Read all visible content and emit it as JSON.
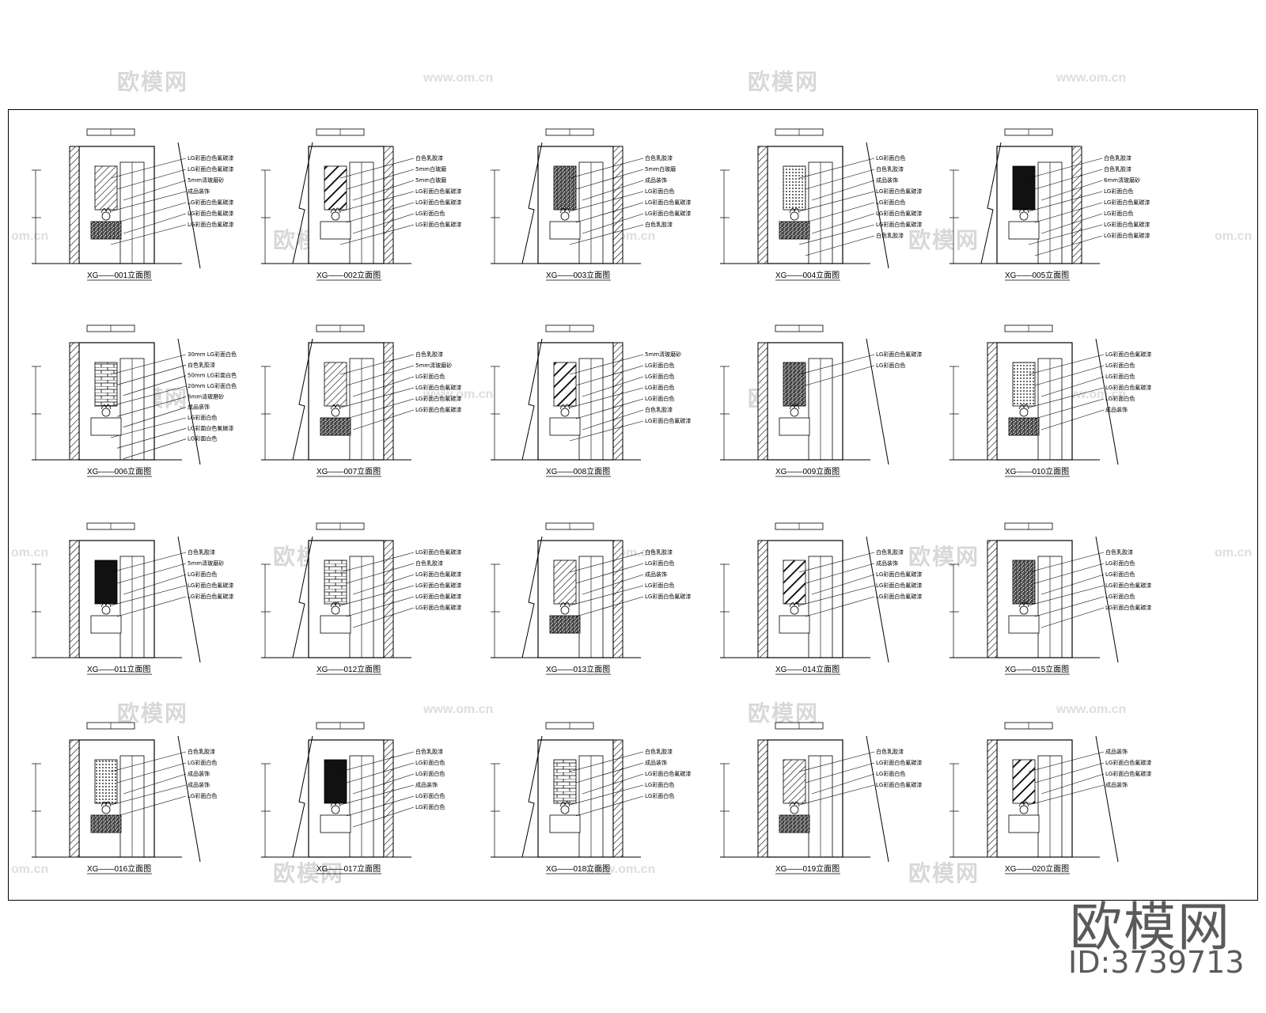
{
  "watermarks": {
    "brand_cn": "欧模网",
    "url": "www.om.cn",
    "url_partial": "om.cn"
  },
  "brand": {
    "name": "欧模网",
    "id": "ID:3739713"
  },
  "elevations": [
    {
      "caption": "XG——001立面图",
      "notes": [
        "LG彩面白色氟碳漆",
        "LG彩面白色氟碳漆",
        "5mm清玻磨砂",
        "成品装饰",
        "LG彩面白色氟碳漆",
        "LG彩面白色氟碳漆",
        "LG彩面白色氟碳漆"
      ]
    },
    {
      "caption": "XG——002立面图",
      "notes": [
        "白色乳胶漆",
        "5mm白玻磨",
        "5mm白玻磨",
        "LG彩面白色氟碳漆",
        "LG彩面白色氟碳漆",
        "LG彩面白色",
        "LG彩面白色氟碳漆"
      ]
    },
    {
      "caption": "XG——003立面图",
      "notes": [
        "白色乳胶漆",
        "5mm白玻磨",
        "成品装饰",
        "LG彩面白色",
        "LG彩面白色氟碳漆",
        "LG彩面白色氟碳漆",
        "白色乳胶漆"
      ]
    },
    {
      "caption": "XG——004立面图",
      "notes": [
        "LG彩面白色",
        "白色乳胶漆",
        "成品装饰",
        "LG彩面白色氟碳漆",
        "LG彩面白色",
        "LG彩面白色氟碳漆",
        "LG彩面白色氟碳漆",
        "白色乳胶漆"
      ]
    },
    {
      "caption": "XG——005立面图",
      "notes": [
        "白色乳胶漆",
        "白色乳胶漆",
        "6mm清玻磨砂",
        "LG彩面白色",
        "LG彩面白色氟碳漆",
        "LG彩面白色",
        "LG彩面白色氟碳漆",
        "LG彩面白色氟碳漆"
      ]
    },
    {
      "caption": "XG——006立面图",
      "notes": [
        "30mm LG彩面白色",
        "白色乳胶漆",
        "50mm LG彩面白色",
        "20mm LG彩面白色",
        "6mm清玻磨砂",
        "成品装饰",
        "LG彩面白色",
        "LG彩面白色氟碳漆",
        "LG彩面白色"
      ]
    },
    {
      "caption": "XG——007立面图",
      "notes": [
        "白色乳胶漆",
        "5mm清玻磨砂",
        "LG彩面白色",
        "LG彩面白色氟碳漆",
        "LG彩面白色氟碳漆",
        "LG彩面白色氟碳漆"
      ]
    },
    {
      "caption": "XG——008立面图",
      "notes": [
        "5mm清玻磨砂",
        "LG彩面白色",
        "LG彩面白色",
        "LG彩面白色",
        "LG彩面白色",
        "白色乳胶漆",
        "LG彩面白色氟碳漆"
      ]
    },
    {
      "caption": "XG——009立面图",
      "notes": [
        "LG彩面白色氟碳漆",
        "LG彩面白色"
      ]
    },
    {
      "caption": "XG——010立面图",
      "notes": [
        "LG彩面白色氟碳漆",
        "LG彩面白色",
        "LG彩面白色",
        "LG彩面白色氟碳漆",
        "LG彩面白色",
        "成品装饰"
      ]
    },
    {
      "caption": "XG——011立面图",
      "notes": [
        "白色乳胶漆",
        "5mm清玻磨砂",
        "LG彩面白色",
        "LG彩面白色氟碳漆",
        "LG彩面白色氟碳漆"
      ]
    },
    {
      "caption": "XG——012立面图",
      "notes": [
        "LG彩面白色氟碳漆",
        "白色乳胶漆",
        "LG彩面白色氟碳漆",
        "LG彩面白色氟碳漆",
        "LG彩面白色氟碳漆",
        "LG彩面白色氟碳漆"
      ]
    },
    {
      "caption": "XG——013立面图",
      "notes": [
        "白色乳胶漆",
        "LG彩面白色",
        "成品装饰",
        "LG彩面白色",
        "LG彩面白色氟碳漆"
      ]
    },
    {
      "caption": "XG——014立面图",
      "notes": [
        "白色乳胶漆",
        "成品装饰",
        "LG彩面白色氟碳漆",
        "LG彩面白色氟碳漆",
        "LG彩面白色氟碳漆"
      ]
    },
    {
      "caption": "XG——015立面图",
      "notes": [
        "白色乳胶漆",
        "LG彩面白色",
        "LG彩面白色",
        "LG彩面白色氟碳漆",
        "LG彩面白色",
        "LG彩面白色氟碳漆"
      ]
    },
    {
      "caption": "XG——016立面图",
      "notes": [
        "白色乳胶漆",
        "LG彩面白色",
        "成品装饰",
        "成品装饰",
        "LG彩面白色"
      ]
    },
    {
      "caption": "XG——017立面图",
      "notes": [
        "白色乳胶漆",
        "LG彩面白色",
        "LG彩面白色",
        "成品装饰",
        "LG彩面白色",
        "LG彩面白色"
      ]
    },
    {
      "caption": "XG——018立面图",
      "notes": [
        "白色乳胶漆",
        "成品装饰",
        "LG彩面白色氟碳漆",
        "LG彩面白色",
        "LG彩面白色"
      ]
    },
    {
      "caption": "XG——019立面图",
      "notes": [
        "白色乳胶漆",
        "LG彩面白色氟碳漆",
        "LG彩面白色",
        "LG彩面白色氟碳漆"
      ]
    },
    {
      "caption": "XG——020立面图",
      "notes": [
        "成品装饰",
        "LG彩面白色氟碳漆",
        "LG彩面白色氟碳漆",
        "成品装饰"
      ]
    }
  ]
}
